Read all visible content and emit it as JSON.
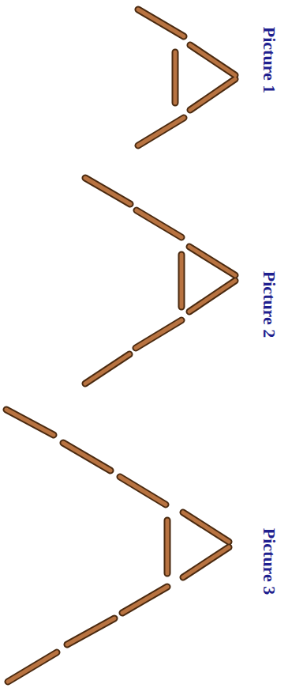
{
  "diagram": {
    "labels": [
      "Picture 1",
      "Picture 2",
      "Picture 3"
    ]
  }
}
